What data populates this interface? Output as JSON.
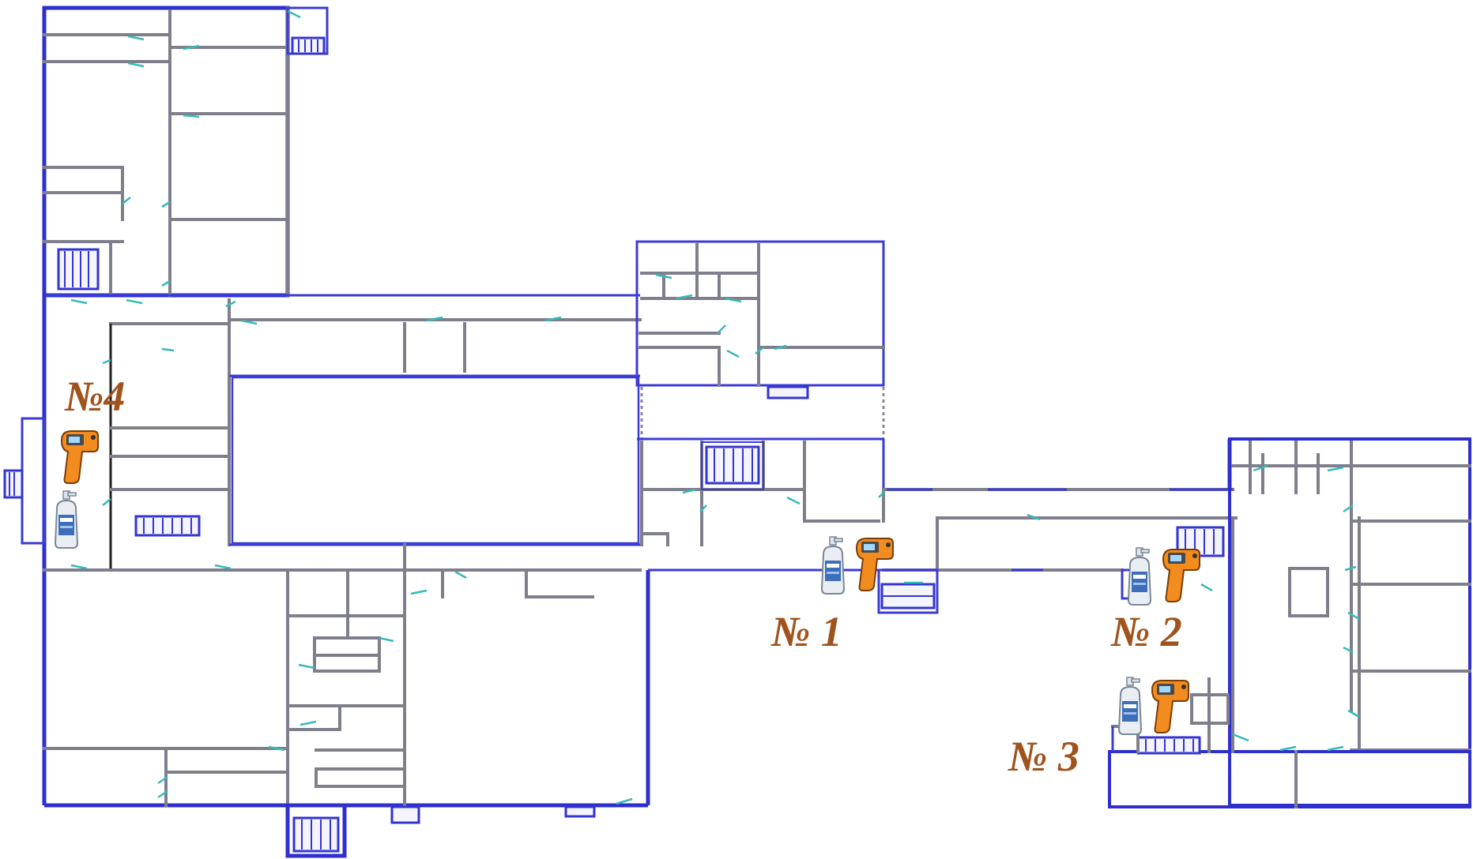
{
  "markers": [
    {
      "id": "4",
      "label": "№4",
      "equipment": [
        "thermometer-icon",
        "sanitizer-icon"
      ]
    },
    {
      "id": "1",
      "label": "№ 1",
      "equipment": [
        "sanitizer-icon",
        "thermometer-icon"
      ]
    },
    {
      "id": "2",
      "label": "№ 2",
      "equipment": [
        "sanitizer-icon",
        "thermometer-icon"
      ]
    },
    {
      "id": "3",
      "label": "№ 3",
      "equipment": [
        "sanitizer-icon",
        "thermometer-icon"
      ]
    }
  ],
  "colors": {
    "label": "#a0531c",
    "outer_wall": "#3b3bd6",
    "inner_wall": "#7f7f8c",
    "door": "#37b9b9",
    "thermometer": "#f08a1c"
  }
}
